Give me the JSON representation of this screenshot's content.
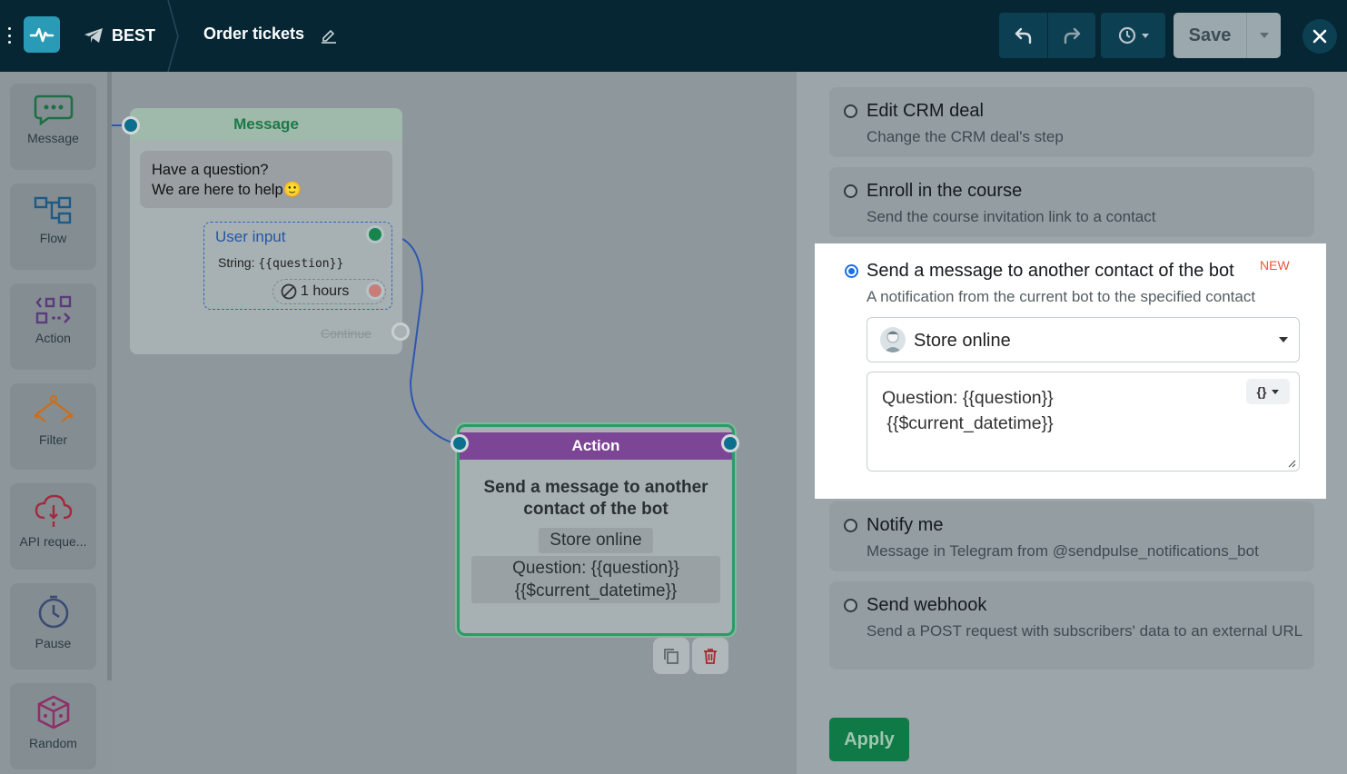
{
  "header": {
    "bot_name": "BEST",
    "flow_title": "Order tickets",
    "save_label": "Save"
  },
  "palette": [
    {
      "label": "Message",
      "icon": "message-icon"
    },
    {
      "label": "Flow",
      "icon": "flow-icon"
    },
    {
      "label": "Action",
      "icon": "action-icon"
    },
    {
      "label": "Filter",
      "icon": "filter-icon"
    },
    {
      "label": "API reque...",
      "icon": "api-request-icon"
    },
    {
      "label": "Pause",
      "icon": "clock-icon"
    },
    {
      "label": "Random",
      "icon": "dice-icon"
    }
  ],
  "message_node": {
    "header": "Message",
    "text_line1": "Have a question?",
    "text_line2": "We are here to help",
    "emoji": "🙂",
    "user_input_title": "User input",
    "user_input_type": "String:",
    "user_input_var": "{{question}}",
    "timeout": "1 hours",
    "continue_label": "Continue"
  },
  "action_node": {
    "header": "Action",
    "title_line1": "Send a message to another",
    "title_line2": "contact of the bot",
    "contact": "Store online",
    "msg_line1": "Question: {{question}}",
    "msg_line2": "{{$current_datetime}}"
  },
  "panel": {
    "options": [
      {
        "title": "Edit CRM deal",
        "desc": "Change the CRM deal's step",
        "selected": false
      },
      {
        "title": "Enroll in the course",
        "desc": "Send the course invitation link to a contact",
        "selected": false
      },
      {
        "title": "Send a message to another contact of the bot",
        "badge": "NEW",
        "desc": "A notification from the current bot to the specified contact",
        "selected": true
      },
      {
        "title": "Notify me",
        "desc": "Message in Telegram from @sendpulse_notifications_bot",
        "selected": false
      },
      {
        "title": "Send webhook",
        "desc": "Send a POST request with subscribers' data to an external URL",
        "selected": false
      }
    ],
    "contact_select": "Store online",
    "message_text": "Question: {{question}}\n {{$current_datetime}}",
    "vars_button": "{}",
    "apply_label": "Apply"
  },
  "colors": {
    "topbar": "#062634",
    "accent_green": "#0f7a46",
    "action_purple": "#7c4596",
    "radio_selected": "#1a6ee6",
    "new_badge": "#f0553a"
  }
}
